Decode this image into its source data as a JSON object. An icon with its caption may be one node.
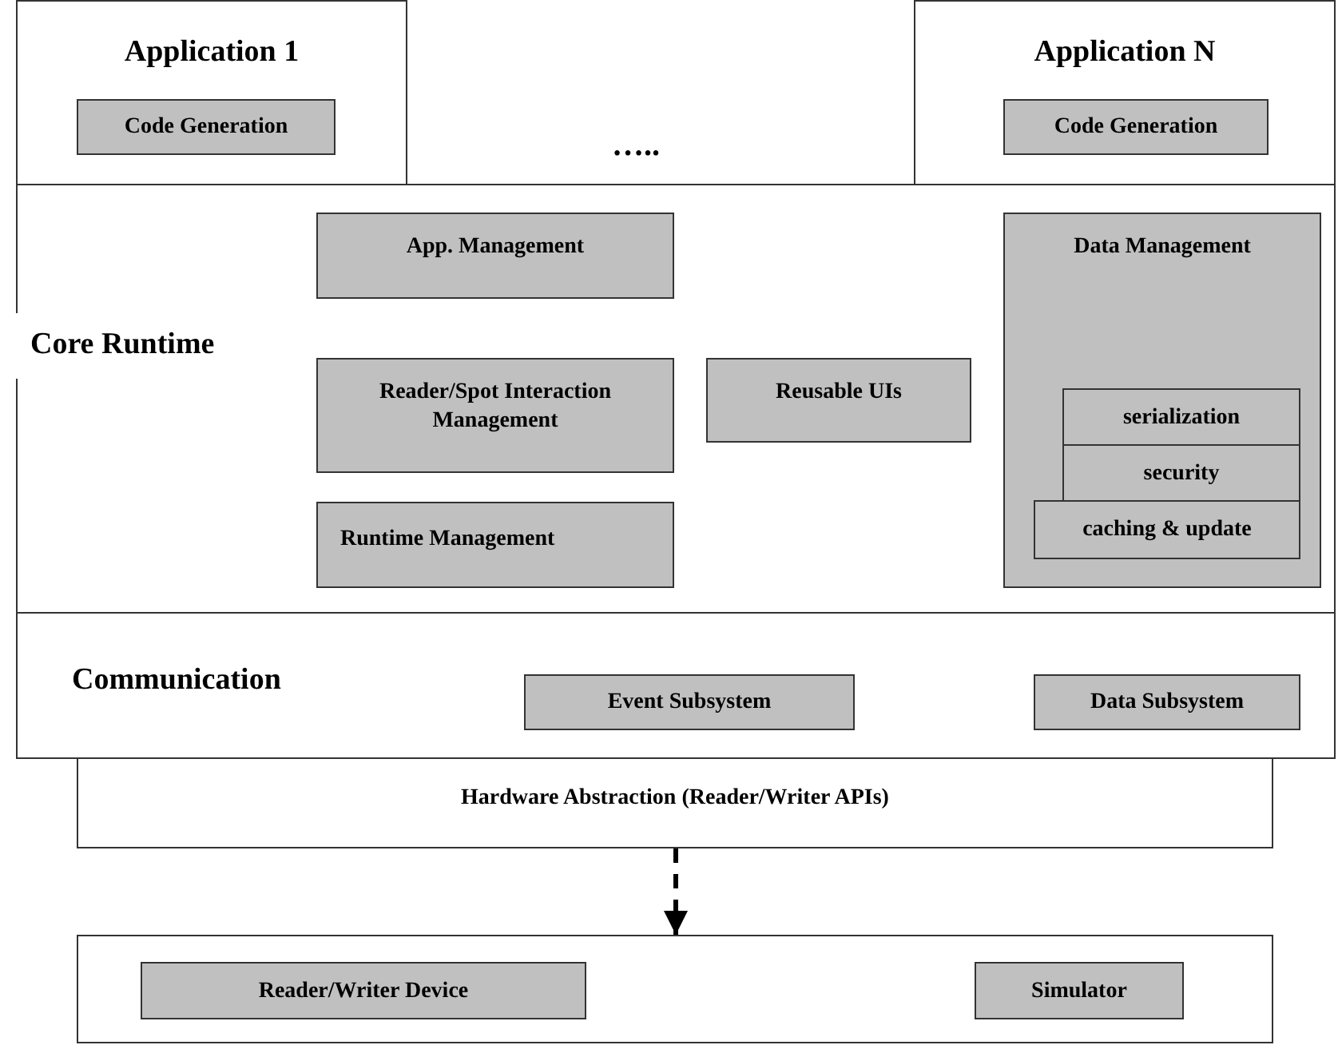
{
  "diagram": {
    "nodes": [
      {
        "text": [
          "Application 1"
        ]
      },
      {
        "text": [
          "Code Generation"
        ],
        "in": 0
      },
      {
        "text": [
          "Application N"
        ]
      },
      {
        "text": [
          "Code Generation"
        ],
        "in": 2
      },
      {
        "text": [
          "Core Runtime"
        ]
      },
      {
        "text": [
          "App. Management"
        ],
        "in": 4
      },
      {
        "text": [
          "Reader/Spot Interaction Management"
        ],
        "in": 4
      },
      {
        "text": [
          "Runtime Management"
        ],
        "in": 4
      },
      {
        "text": [
          "Reusable UIs"
        ],
        "in": 4
      },
      {
        "text": [
          "Data Management"
        ],
        "in": 4
      },
      {
        "text": [
          "serialization"
        ],
        "in": 9
      },
      {
        "text": [
          "security"
        ],
        "in": 9
      },
      {
        "text": [
          "caching & update"
        ],
        "in": 9
      },
      {
        "text": [
          "Communication"
        ]
      },
      {
        "text": [
          "Event Subsystem"
        ],
        "in": 13
      },
      {
        "text": [
          "Data Subsystem"
        ],
        "in": 13
      },
      {
        "text": [
          "Hardware Abstraction (Reader/Writer APIs)"
        ]
      },
      {
        "text": [],
        "shape": "box"
      },
      {
        "text": [
          "Reader/Writer Device"
        ],
        "in": 17
      },
      {
        "text": [
          "Simulator"
        ],
        "in": 17
      }
    ],
    "edges": [
      {
        "from": 16,
        "to": 17,
        "arrow": "to",
        "style": "dashed"
      }
    ],
    "labels": [
      "….."
    ]
  }
}
